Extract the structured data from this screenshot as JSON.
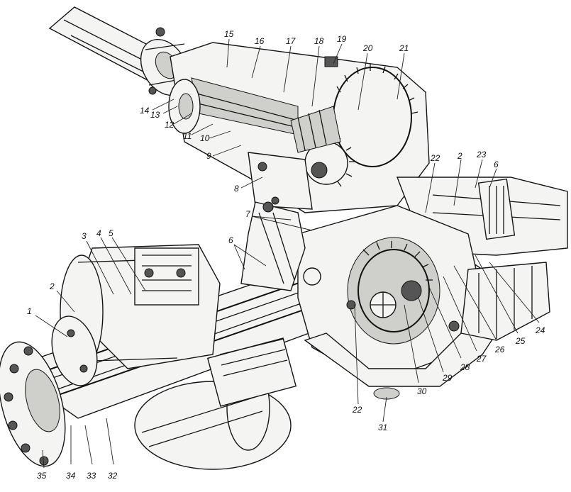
{
  "callouts": [
    {
      "id": "c1",
      "label": "1"
    },
    {
      "id": "c2a",
      "label": "2"
    },
    {
      "id": "c2b",
      "label": "2"
    },
    {
      "id": "c3",
      "label": "3"
    },
    {
      "id": "c4",
      "label": "4"
    },
    {
      "id": "c5",
      "label": "5"
    },
    {
      "id": "c6a",
      "label": "6"
    },
    {
      "id": "c6b",
      "label": "6"
    },
    {
      "id": "c7",
      "label": "7"
    },
    {
      "id": "c8",
      "label": "8"
    },
    {
      "id": "c9",
      "label": "9"
    },
    {
      "id": "c10",
      "label": "10"
    },
    {
      "id": "c11",
      "label": "11"
    },
    {
      "id": "c12",
      "label": "12"
    },
    {
      "id": "c13",
      "label": "13"
    },
    {
      "id": "c14",
      "label": "14"
    },
    {
      "id": "c15",
      "label": "15"
    },
    {
      "id": "c16",
      "label": "16"
    },
    {
      "id": "c17",
      "label": "17"
    },
    {
      "id": "c18",
      "label": "18"
    },
    {
      "id": "c19",
      "label": "19"
    },
    {
      "id": "c20",
      "label": "20"
    },
    {
      "id": "c21",
      "label": "21"
    },
    {
      "id": "c22a",
      "label": "22"
    },
    {
      "id": "c22b",
      "label": "22"
    },
    {
      "id": "c23",
      "label": "23"
    },
    {
      "id": "c24",
      "label": "24"
    },
    {
      "id": "c25",
      "label": "25"
    },
    {
      "id": "c26",
      "label": "26"
    },
    {
      "id": "c27",
      "label": "27"
    },
    {
      "id": "c28",
      "label": "28"
    },
    {
      "id": "c29",
      "label": "29"
    },
    {
      "id": "c30",
      "label": "30"
    },
    {
      "id": "c31",
      "label": "31"
    },
    {
      "id": "c32",
      "label": "32"
    },
    {
      "id": "c33",
      "label": "33"
    },
    {
      "id": "c34",
      "label": "34"
    },
    {
      "id": "c35",
      "label": "35"
    }
  ]
}
